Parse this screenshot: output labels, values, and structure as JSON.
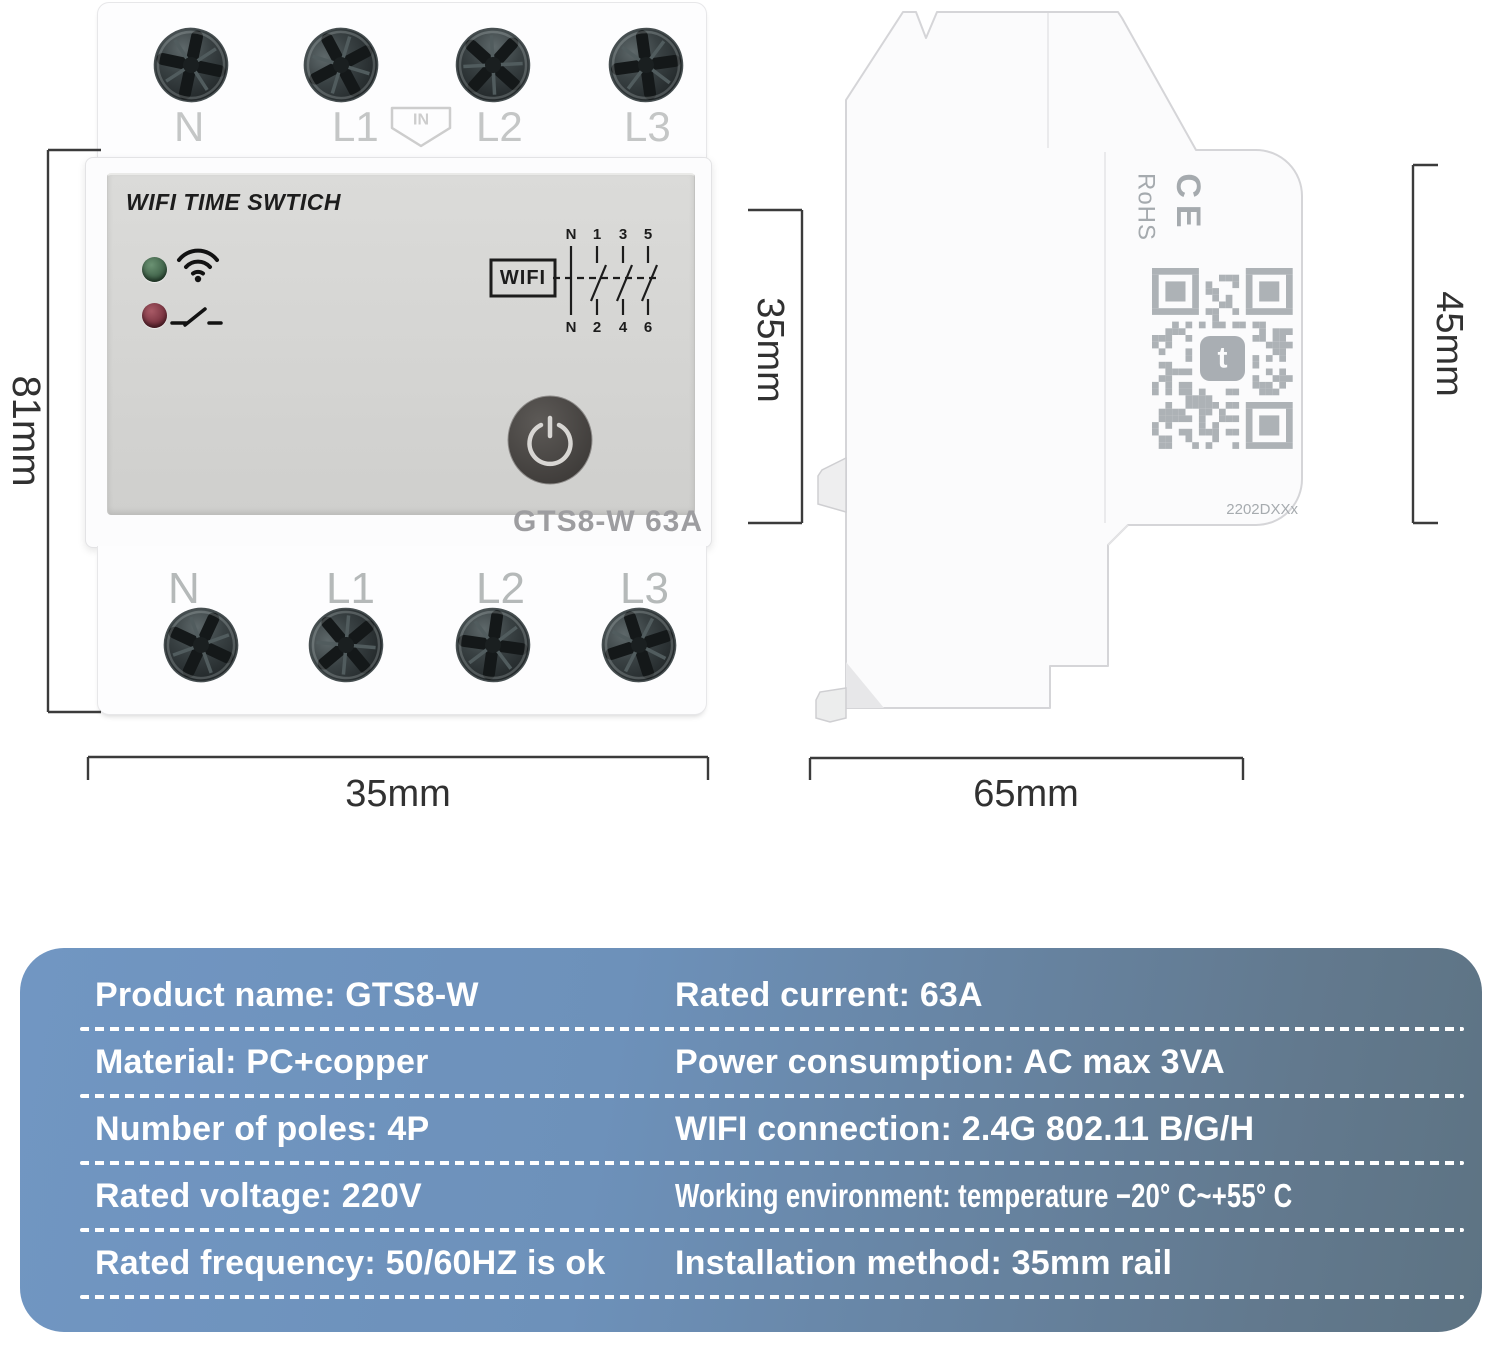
{
  "front_view": {
    "panel_title": "WIFI TIME SWTICH",
    "model_label": "GTS8-W 63A",
    "top_terminals": [
      "N",
      "L1",
      "L2",
      "L3"
    ],
    "bottom_terminals": [
      "N",
      "L1",
      "L2",
      "L3"
    ],
    "in_label": "IN",
    "wiring_diagram": {
      "wifi_box_label": "WIFI",
      "top_pole_labels": [
        "N",
        "1",
        "3",
        "5"
      ],
      "bottom_pole_labels": [
        "N",
        "2",
        "4",
        "6"
      ]
    }
  },
  "side_view": {
    "rohs_label": "RoHS",
    "ce_label": "CE",
    "batch_code": "2202DXXx",
    "qr_logo_glyph": "t"
  },
  "dimensions": {
    "front_height": "81mm",
    "front_width": "35mm",
    "side_upper_height": "35mm",
    "side_panel_height": "45mm",
    "side_depth": "65mm"
  },
  "spec_table": {
    "rows": [
      {
        "left": "Product name: GTS8-W",
        "right": "Rated current: 63A"
      },
      {
        "left": "Material: PC+copper",
        "right": "Power consumption: AC max 3VA"
      },
      {
        "left": "Number of poles: 4P",
        "right": "WIFI connection: 2.4G 802.11 B/G/H"
      },
      {
        "left": "Rated voltage: 220V",
        "right": "Working environment: temperature −20° C~+55° C"
      },
      {
        "left": "Rated frequency: 50/60HZ is ok",
        "right": "Installation method: 35mm rail"
      }
    ]
  },
  "icons": {
    "wifi": "three-arcs-with-dot",
    "relay_contact": "open-switch-symbol",
    "power": "ring-with-bar",
    "qr": "qr-code-matrix"
  },
  "colors": {
    "table_gradient_start": "#7196c2",
    "table_gradient_end": "#5d7383",
    "led_green": "#3f6a4b",
    "led_red": "#8e3c4a",
    "panel_gray": "#d6d6d4",
    "qr_gray": "#adb2b6"
  }
}
